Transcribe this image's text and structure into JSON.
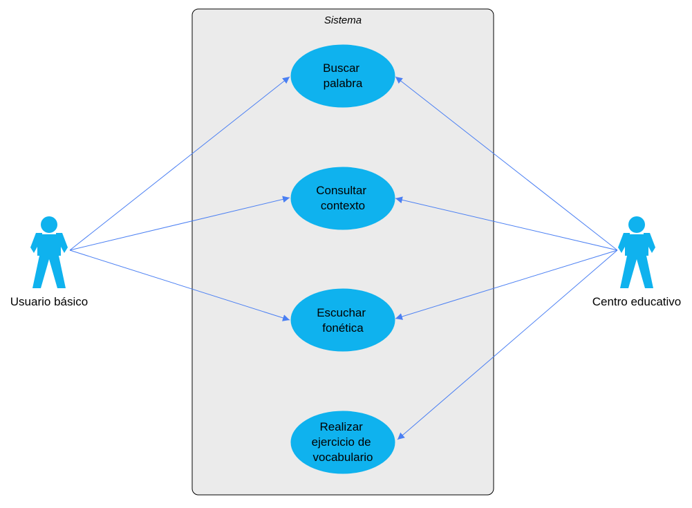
{
  "system": {
    "title": "Sistema"
  },
  "use_cases": [
    {
      "id": "buscar",
      "lines": [
        "Buscar",
        "palabra"
      ]
    },
    {
      "id": "consultar",
      "lines": [
        "Consultar",
        "contexto"
      ]
    },
    {
      "id": "escuchar",
      "lines": [
        "Escuchar",
        "fonética"
      ]
    },
    {
      "id": "realizar",
      "lines": [
        "Realizar",
        "ejercicio de",
        "vocabulario"
      ]
    }
  ],
  "actors": [
    {
      "id": "usuario",
      "label": "Usuario básico"
    },
    {
      "id": "centro",
      "label": "Centro educativo"
    }
  ],
  "associations": [
    {
      "from": "usuario",
      "to": "buscar"
    },
    {
      "from": "usuario",
      "to": "consultar"
    },
    {
      "from": "usuario",
      "to": "escuchar"
    },
    {
      "from": "centro",
      "to": "buscar"
    },
    {
      "from": "centro",
      "to": "consultar"
    },
    {
      "from": "centro",
      "to": "escuchar"
    },
    {
      "from": "centro",
      "to": "realizar"
    }
  ],
  "colors": {
    "use_case_fill": "#0fb2ee",
    "actor_fill": "#0fb2ee",
    "connector": "#4a7ff3",
    "system_fill": "#ebebeb"
  }
}
